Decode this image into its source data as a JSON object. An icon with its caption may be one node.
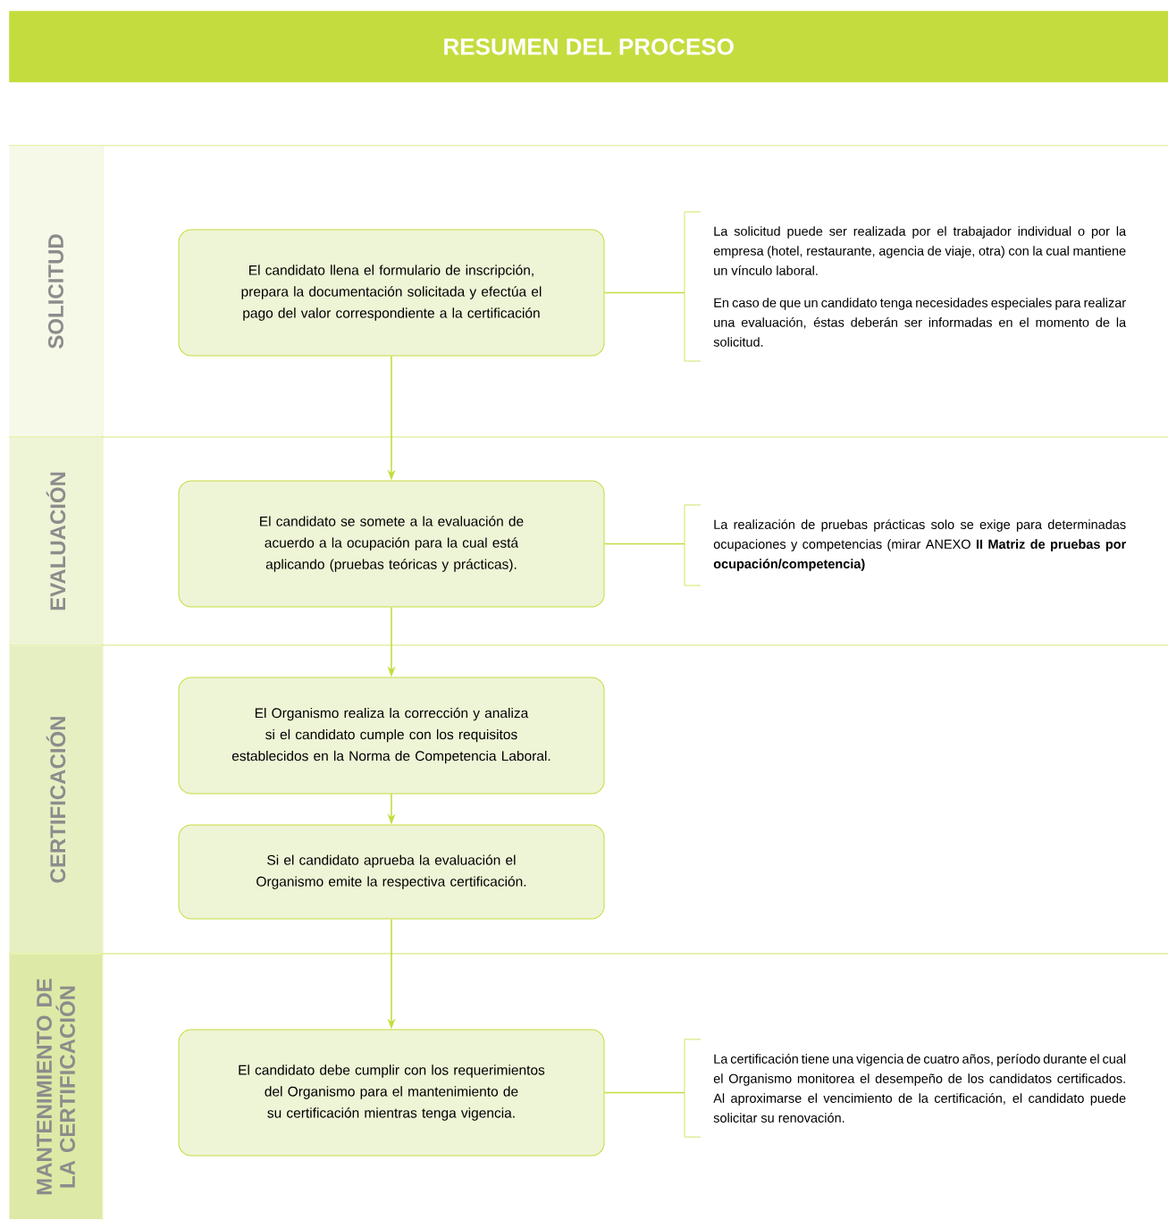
{
  "diagram": {
    "title": "RESUMEN DEL PROCESO",
    "nodes": [
      {
        "text": [
          "SOLICITUD"
        ]
      },
      {
        "text": [
          "EVALUACIÓN"
        ]
      },
      {
        "text": [
          "CERTIFICACIÓN"
        ]
      },
      {
        "text": [
          "MANTENIMIENTO DE LA CERTIFICACIÓN"
        ]
      },
      {
        "text": [
          "El candidato llena el formulario de inscripción, prepara la documentación solicitada y efectúa el pago del valor correspondiente a la certificación"
        ]
      },
      {
        "text": [
          "La solicitud puede ser realizada por el trabajador individual o por la empresa (hotel, restaurante, agencia de viaje, otra) con la cual mantiene un vínculo laboral.",
          "En caso de que un candidato tenga necesidades especiales para realizar una evaluación, éstas deberán ser informadas en el momento de la solicitud."
        ]
      },
      {
        "text": [
          "El candidato se somete a la evaluación de acuerdo a la ocupación para la cual está aplicando (pruebas teóricas y prácticas)."
        ]
      },
      {
        "text": [
          "La realización de pruebas prácticas solo se exige para determinadas ocupaciones y competencias (mirar ANEXO **II Matriz de pruebas por ocupación/competencia)**"
        ]
      },
      {
        "text": [
          "El Organismo realiza la corrección y analiza si el candidato cumple con los requisitos establecidos en la Norma de Competencia Laboral."
        ]
      },
      {
        "text": [
          "Si el candidato aprueba la evaluación el Organismo emite la respectiva certificación."
        ]
      },
      {
        "text": [
          "El candidato debe cumplir con los requerimientos del Organismo para el mantenimiento de su certificación mientras tenga vigencia."
        ]
      },
      {
        "text": [
          "La certificación tiene una vigencia de cuatro años, período durante el cual el Organismo monitorea el desempeño de los candidatos certificados. Al aproximarse el vencimiento de la certificación, el candidato puede solicitar su renovación."
        ]
      }
    ],
    "edges": [
      {
        "from": 4,
        "to": 6,
        "arrow": "to"
      },
      {
        "from": 6,
        "to": 8,
        "arrow": "to"
      },
      {
        "from": 8,
        "to": 9,
        "arrow": "to"
      },
      {
        "from": 9,
        "to": 10,
        "arrow": "to"
      },
      {
        "from": 4,
        "to": 5,
        "arrow": "none"
      },
      {
        "from": 6,
        "to": 7,
        "arrow": "none"
      },
      {
        "from": 10,
        "to": 11,
        "arrow": "none"
      }
    ]
  }
}
